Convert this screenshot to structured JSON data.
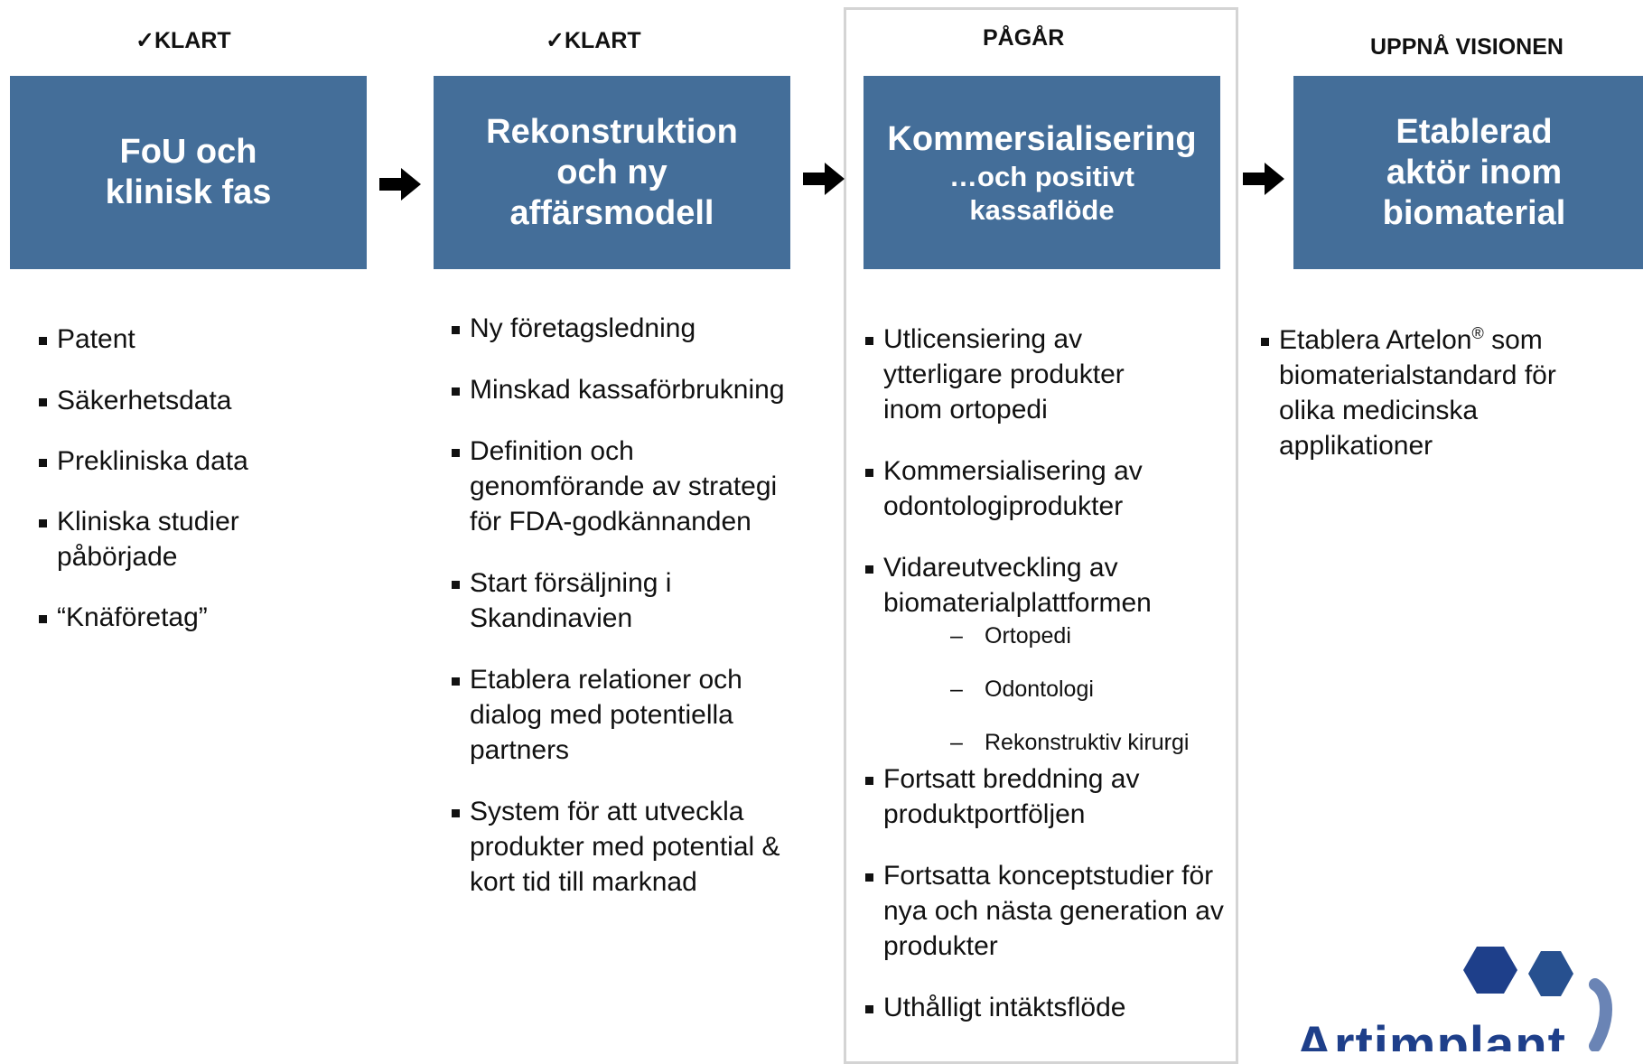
{
  "stages": [
    {
      "status": "✓KLART",
      "title_lines": [
        "FoU och",
        "klinisk fas"
      ],
      "bullets": [
        {
          "text": "Patent"
        },
        {
          "text": "Säkerhetsdata"
        },
        {
          "text": "Prekliniska data"
        },
        {
          "text": "Kliniska studier påbörjade"
        },
        {
          "text": "“Knäföretag”"
        }
      ]
    },
    {
      "status": "✓KLART",
      "title_lines": [
        "Rekonstruktion",
        "och ny",
        "affärsmodell"
      ],
      "bullets": [
        {
          "text": "Ny företagsledning"
        },
        {
          "text": "Minskad kassaförbrukning"
        },
        {
          "text": "Definition och genomförande av strategi för FDA-godkännanden"
        },
        {
          "text": "Start försäljning i Skandinavien"
        },
        {
          "text": "Etablera relationer och dialog med potentiella partners"
        },
        {
          "text": "System för att utveckla produkter med potential & kort tid till marknad"
        }
      ]
    },
    {
      "status": "PÅGÅR",
      "title": "Kommersialisering",
      "subtitle_lines": [
        "…och positivt",
        "kassaflöde"
      ],
      "bullets": [
        {
          "text": "Utlicensiering av ytterligare produkter inom ortopedi"
        },
        {
          "text": "Kommersialisering av odontologiprodukter"
        },
        {
          "text": "Vidareutveckling av biomaterialplattformen",
          "sub": [
            "Ortopedi",
            "Odontologi",
            "Rekonstruktiv kirurgi"
          ]
        },
        {
          "text": "Fortsatt breddning av produktportföljen"
        },
        {
          "text": "Fortsatta konceptstudier för nya och nästa generation av produkter"
        },
        {
          "text": "Uthålligt intäktsflöde"
        }
      ]
    },
    {
      "status": "UPPNÅ VISIONEN",
      "title_lines": [
        "Etablerad",
        "aktör inom",
        "biomaterial"
      ],
      "bullets": [
        {
          "text_before": "Etablera Artelon",
          "sup": "®",
          "text_after": " som biomaterialstandard för olika medicinska applikationer"
        }
      ]
    }
  ],
  "logo": {
    "text": "Artimplant",
    "colors": {
      "dark": "#1e3f8a",
      "light": "#6a84b5"
    }
  },
  "colors": {
    "box": "#446e99",
    "box_text": "#ffffff",
    "frame": "#d4d4d4",
    "text": "#111111"
  },
  "icons": {
    "arrow": "arrow-right-icon",
    "bullet": "square-bullet-icon"
  }
}
